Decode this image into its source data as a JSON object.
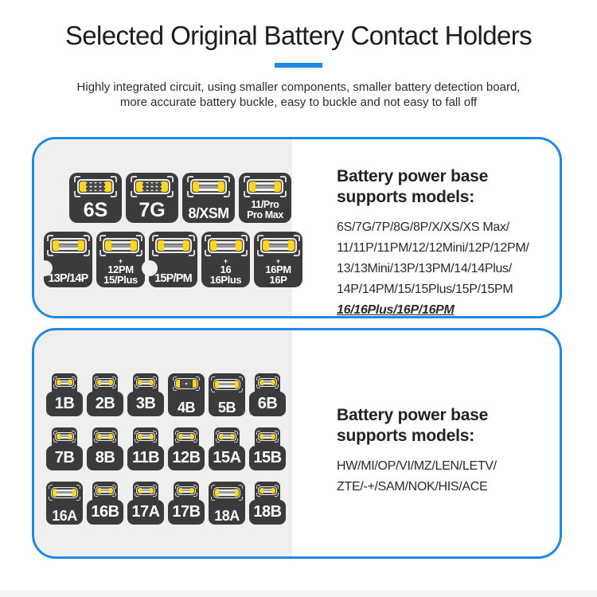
{
  "header": {
    "title": "Selected Original Battery Contact Holders",
    "subtitle_line1": "Highly integrated circuit, using smaller components, smaller battery detection board,",
    "subtitle_line2": "more accurate battery buckle, easy to buckle and not easy to fall off",
    "accent_color": "#1e88e5"
  },
  "colors": {
    "panel_border": "#1e88e5",
    "tiles_background": "#efefef",
    "tile_dark": "#3b3b3b",
    "connector_yellow": "#ffd81b"
  },
  "section1": {
    "heading_line1": "Battery power base",
    "heading_line2": "supports models:",
    "models_lines": [
      "6S/7G/7P/8G/8P/X/XS/XS Max/",
      "11/11P/11PM/12/12Mini/12P/12PM/",
      "13/13Mini/13P/13PM/14/14Plus/",
      "14P/14PM/15/15Plus/15P/15PM"
    ],
    "models_highlight": "16/16Plus/16P/16PM",
    "tile_rows": [
      [
        {
          "label_lines": [
            "6S"
          ],
          "size": "xl",
          "conn": "dots",
          "shape": "flat"
        },
        {
          "label_lines": [
            "7G"
          ],
          "size": "xl",
          "conn": "dots",
          "shape": "flat"
        },
        {
          "label_lines": [
            "8/XSM"
          ],
          "size": "lg",
          "conn": "long",
          "shape": "flat"
        },
        {
          "label_lines": [
            "11/Pro",
            "Pro Max"
          ],
          "size": "sm2",
          "conn": "long",
          "shape": "flat"
        }
      ],
      [
        {
          "label_lines": [
            "13P/14P"
          ],
          "size": "md",
          "conn": "long",
          "shape": "flat",
          "notch": true
        },
        {
          "label_lines": [
            "+",
            "12PM",
            "15/Plus"
          ],
          "size": "xs",
          "conn": "long",
          "shape": "flat"
        },
        {
          "label_lines": [
            "15P/PM"
          ],
          "size": "md",
          "conn": "long",
          "shape": "flat",
          "notch": true
        },
        {
          "label_lines": [
            "+",
            "16",
            "16Plus"
          ],
          "size": "xs",
          "conn": "long",
          "shape": "flat"
        },
        {
          "label_lines": [
            "+",
            "16PM",
            "16P"
          ],
          "size": "xs",
          "conn": "long",
          "shape": "flat"
        }
      ]
    ]
  },
  "section2": {
    "heading_line1": "Battery power base",
    "heading_line2": "supports models:",
    "models_lines": [
      "HW/MI/OP/VI/MZ/LEN/LETV/",
      "ZTE/-+/SAM/NOK/HIS/ACE"
    ],
    "tile_rows": [
      [
        {
          "label_lines": [
            "1B"
          ],
          "shape": "tee",
          "conn": "small"
        },
        {
          "label_lines": [
            "2B"
          ],
          "shape": "tee",
          "conn": "small"
        },
        {
          "label_lines": [
            "3B"
          ],
          "shape": "tee",
          "conn": "small"
        },
        {
          "label_lines": [
            "4B"
          ],
          "shape": "square",
          "conn": "dotsm"
        },
        {
          "label_lines": [
            "5B"
          ],
          "shape": "square",
          "conn": "longsm"
        },
        {
          "label_lines": [
            "6B"
          ],
          "shape": "tee",
          "conn": "small"
        }
      ],
      [
        {
          "label_lines": [
            "7B"
          ],
          "shape": "tee",
          "conn": "small"
        },
        {
          "label_lines": [
            "8B"
          ],
          "shape": "tee",
          "conn": "small"
        },
        {
          "label_lines": [
            "11B"
          ],
          "shape": "tee",
          "conn": "small"
        },
        {
          "label_lines": [
            "12B"
          ],
          "shape": "tee",
          "conn": "small"
        },
        {
          "label_lines": [
            "15A"
          ],
          "shape": "tee",
          "conn": "small"
        },
        {
          "label_lines": [
            "15B"
          ],
          "shape": "tee",
          "conn": "small"
        }
      ],
      [
        {
          "label_lines": [
            "16A"
          ],
          "shape": "square",
          "conn": "longsm"
        },
        {
          "label_lines": [
            "16B"
          ],
          "shape": "tee",
          "conn": "small"
        },
        {
          "label_lines": [
            "17A"
          ],
          "shape": "tee",
          "conn": "small"
        },
        {
          "label_lines": [
            "17B"
          ],
          "shape": "tee",
          "conn": "small"
        },
        {
          "label_lines": [
            "18A"
          ],
          "shape": "square",
          "conn": "longsm"
        },
        {
          "label_lines": [
            "18B"
          ],
          "shape": "tee",
          "conn": "small"
        }
      ]
    ]
  }
}
